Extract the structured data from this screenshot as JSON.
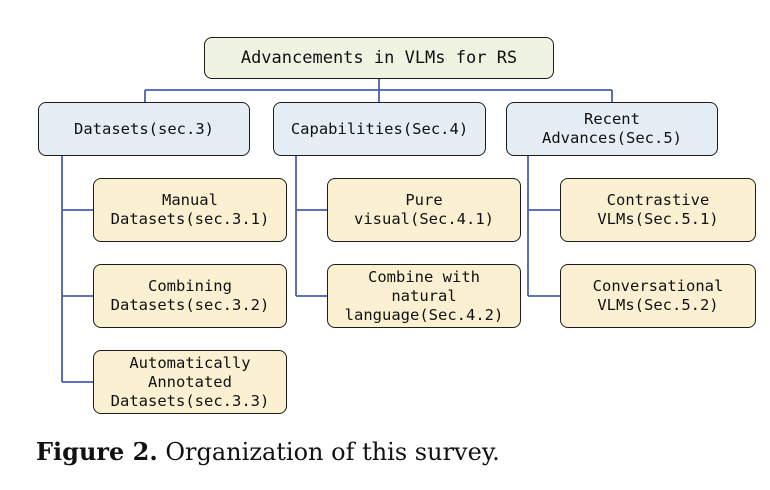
{
  "diagram": {
    "root": "Advancements in VLMs for RS",
    "categories": [
      {
        "label": "Datasets(sec.3)",
        "children": [
          "Manual\nDatasets(sec.3.1)",
          "Combining\nDatasets(sec.3.2)",
          "Automatically\nAnnotated\nDatasets(sec.3.3)"
        ]
      },
      {
        "label": "Capabilities(Sec.4)",
        "children": [
          "Pure\nvisual(Sec.4.1)",
          "Combine with\nnatural\nlanguage(Sec.4.2)"
        ]
      },
      {
        "label": "Recent\nAdvances(Sec.5)",
        "children": [
          "Contrastive\nVLMs(Sec.5.1)",
          "Conversational\nVLMs(Sec.5.2)"
        ]
      }
    ]
  },
  "caption": {
    "label": "Figure 2.",
    "text": "Organization of this survey."
  },
  "colors": {
    "connector": "#4a5fb0",
    "root_fill": "#eef3e2",
    "category_fill": "#e4eef4",
    "leaf_fill": "#fbf1d2",
    "border": "#1c1c1c"
  }
}
